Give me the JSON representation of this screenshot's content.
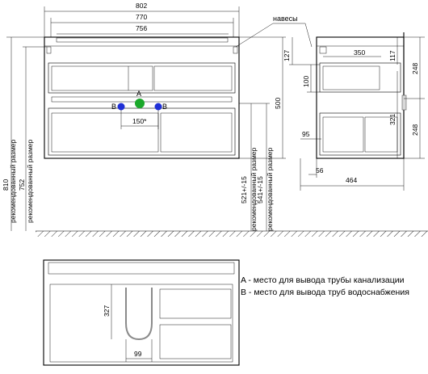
{
  "dimensions": {
    "total_width": "802",
    "inner_width": "770",
    "top_width": "756",
    "height_total": "810",
    "height_recommended_left": "752",
    "height_500": "500",
    "height_521": "521+/-15",
    "height_541": "541+/-15",
    "hole_spacing": "150*",
    "side_127": "127",
    "side_117": "117",
    "side_350": "350",
    "side_100": "100",
    "side_321": "321",
    "side_248_top": "248",
    "side_248_bottom": "248",
    "side_95": "95",
    "side_56": "56",
    "side_464": "464",
    "plan_327": "327",
    "plan_99": "99"
  },
  "labels": {
    "hinges": "навесы",
    "recommended_size": "рекомендованный размер",
    "point_a": "A",
    "point_b_left": "B",
    "point_b_right": "B"
  },
  "legend": {
    "line_a": "A - место для вывода трубы канализации",
    "line_b": "B - место для вывода труб водоснабжения"
  },
  "colors": {
    "point_a": "#1aa82a",
    "point_b": "#1f2fd6",
    "drawer_fill": "#d9d9d9"
  }
}
